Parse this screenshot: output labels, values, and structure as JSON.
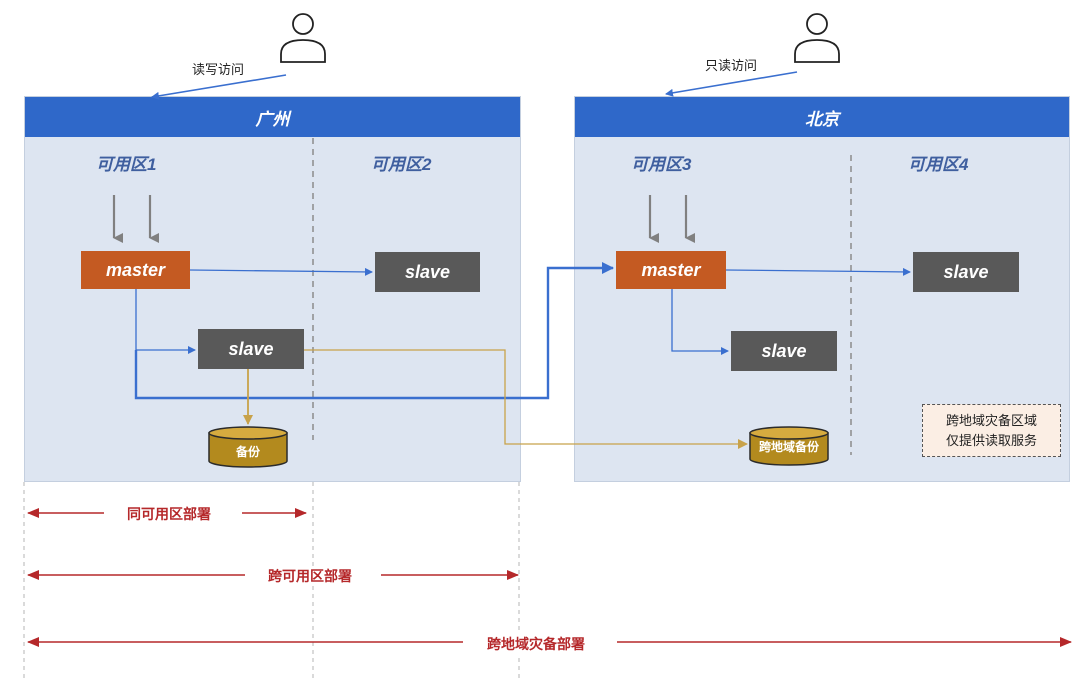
{
  "regions": [
    {
      "name": "广州",
      "zones": [
        "可用区1",
        "可用区2"
      ]
    },
    {
      "name": "北京",
      "zones": [
        "可用区3",
        "可用区4"
      ]
    }
  ],
  "users": [
    {
      "access_label": "读写访问"
    },
    {
      "access_label": "只读访问"
    }
  ],
  "nodes": {
    "gz_master": "master",
    "gz_slave_zone2": "slave",
    "gz_slave_zone1": "slave",
    "bj_master": "master",
    "bj_slave_zone4": "slave",
    "bj_slave_zone3": "slave"
  },
  "backups": {
    "local": "备份",
    "cross_region": "跨地域备份"
  },
  "note": [
    "跨地域灾备区域",
    "仅提供读取服务"
  ],
  "deployment_scopes": [
    "同可用区部署",
    "跨可用区部署",
    "跨地域灾备部署"
  ],
  "colors": {
    "region_header": "#2f68c9",
    "region_body": "#dde5f1",
    "master": "#c45a22",
    "slave": "#595959",
    "replication_line": "#3a6fcf",
    "backup_line": "#c8a24a",
    "scope_arrow": "#b5282a",
    "backup_drum": "#b38a1e"
  }
}
